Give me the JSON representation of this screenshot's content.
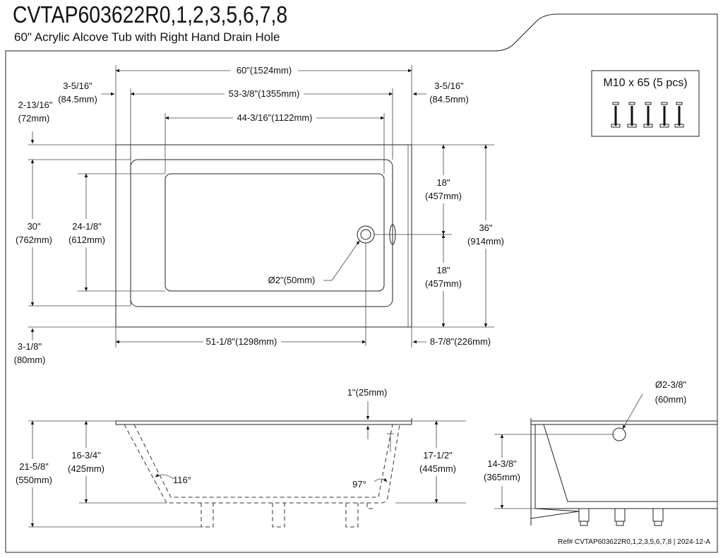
{
  "header": {
    "model": "CVTAP603622R0,1,2,3,5,6,7,8",
    "subtitle": "60\" Acrylic Alcove Tub with Right Hand Drain Hole"
  },
  "footer": {
    "reference": "Ref# CVTAP603622R0,1,2,3,5,6,7,8 | 2024-12-A"
  },
  "hardware": {
    "label": "M10 x 65 (5 pcs)",
    "bolt_count": 5
  },
  "top_view": {
    "overall_length": "60\"(1524mm)",
    "inner_rim_length": "53-3/8\"(1355mm)",
    "basin_length": "44-3/16\"(1122mm)",
    "left_offset": [
      "3-5/16\"",
      "(84.5mm)"
    ],
    "right_offset": [
      "3-5/16\"",
      "(84.5mm)"
    ],
    "top_flange": [
      "2-13/16\"",
      "(72mm)"
    ],
    "bottom_flange": [
      "3-1/8\"",
      "(80mm)"
    ],
    "inner_width": [
      "30\"",
      "(762mm)"
    ],
    "basin_width": [
      "24-1/8\"",
      "(612mm)"
    ],
    "overall_width": [
      "36\"",
      "(914mm)"
    ],
    "drain_upper": [
      "18\"",
      "(457mm)"
    ],
    "drain_lower": [
      "18\"",
      "(457mm)"
    ],
    "drain_diameter": "Ø2\"(50mm)",
    "drain_from_left": "51-1/8\"(1298mm)",
    "drain_from_right": "8-7/8\"(226mm)"
  },
  "front_view": {
    "total_height": [
      "21-5/8\"",
      "(550mm)"
    ],
    "basin_depth": [
      "16-3/4\"",
      "(425mm)"
    ],
    "water_depth": [
      "17-1/2\"",
      "(445mm)"
    ],
    "rim_thickness": "1\"(25mm)",
    "left_angle": "116°",
    "right_angle": "97°"
  },
  "side_view": {
    "overflow_diameter": [
      "Ø2-3/8\"",
      "(60mm)"
    ],
    "overflow_height": [
      "14-3/8\"",
      "(365mm)"
    ]
  }
}
